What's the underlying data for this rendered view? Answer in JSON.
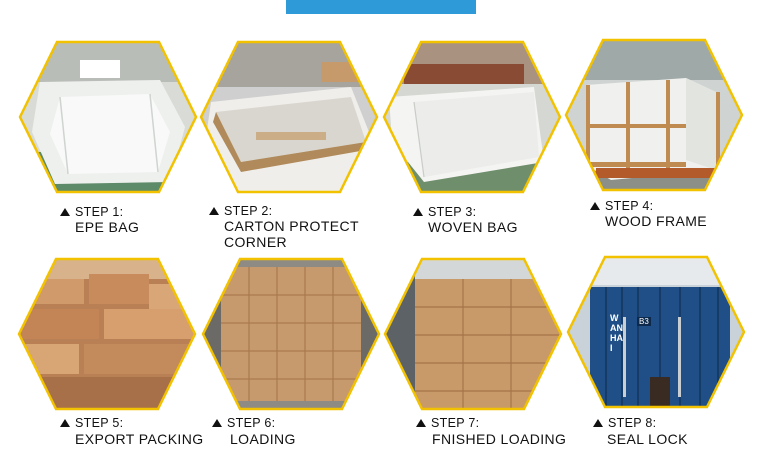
{
  "steps": [
    {
      "step": "STEP 1:",
      "name": "EPE BAG",
      "name2": ""
    },
    {
      "step": "STEP 2:",
      "name": "CARTON PROTECT",
      "name2": "CORNER"
    },
    {
      "step": "STEP 3:",
      "name": "WOVEN BAG",
      "name2": ""
    },
    {
      "step": "STEP 4:",
      "name": "WOOD FRAME",
      "name2": ""
    },
    {
      "step": "STEP 5:",
      "name": "EXPORT PACKING",
      "name2": ""
    },
    {
      "step": "STEP 6:",
      "name": "LOADING",
      "name2": ""
    },
    {
      "step": "STEP 7:",
      "name": "FNISHED LOADING",
      "name2": ""
    },
    {
      "step": "STEP 8:",
      "name": "SEAL LOCK",
      "name2": ""
    }
  ],
  "container": {
    "brand": "WAN HAI",
    "code": "B3"
  },
  "colors": {
    "top_bar": "#2f9ad8",
    "hex_border": "#f2c200",
    "text": "#111111"
  }
}
